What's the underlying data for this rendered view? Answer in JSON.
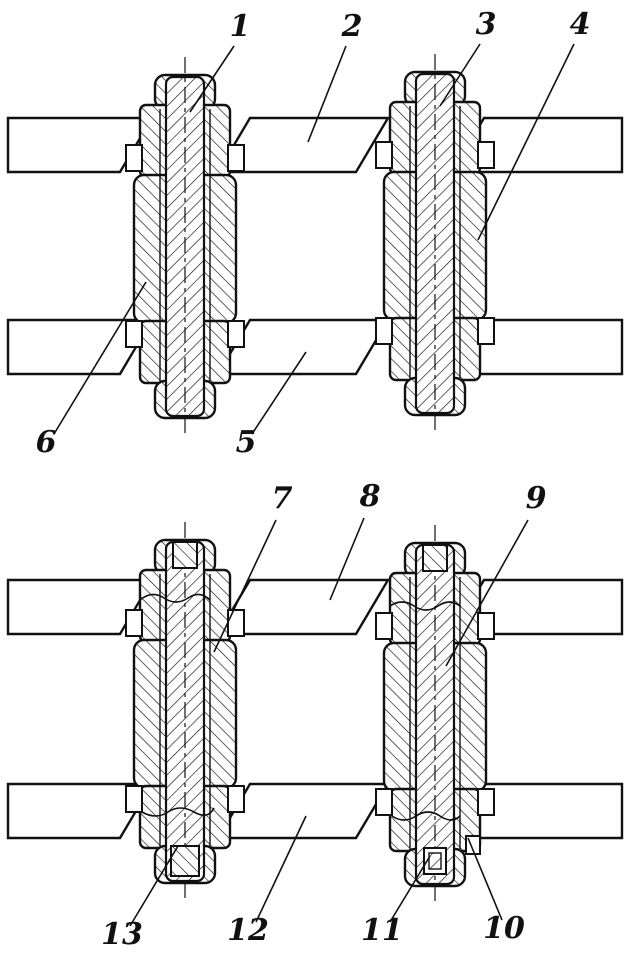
{
  "figure": {
    "background": "#ffffff",
    "ink": "#111111",
    "labels": [
      {
        "text": "1"
      },
      {
        "text": "2"
      },
      {
        "text": "3"
      },
      {
        "text": "4"
      },
      {
        "text": "5"
      },
      {
        "text": "6"
      },
      {
        "text": "7"
      },
      {
        "text": "8"
      },
      {
        "text": "9"
      },
      {
        "text": "10"
      },
      {
        "text": "11"
      },
      {
        "text": "12"
      },
      {
        "text": "13"
      }
    ]
  }
}
